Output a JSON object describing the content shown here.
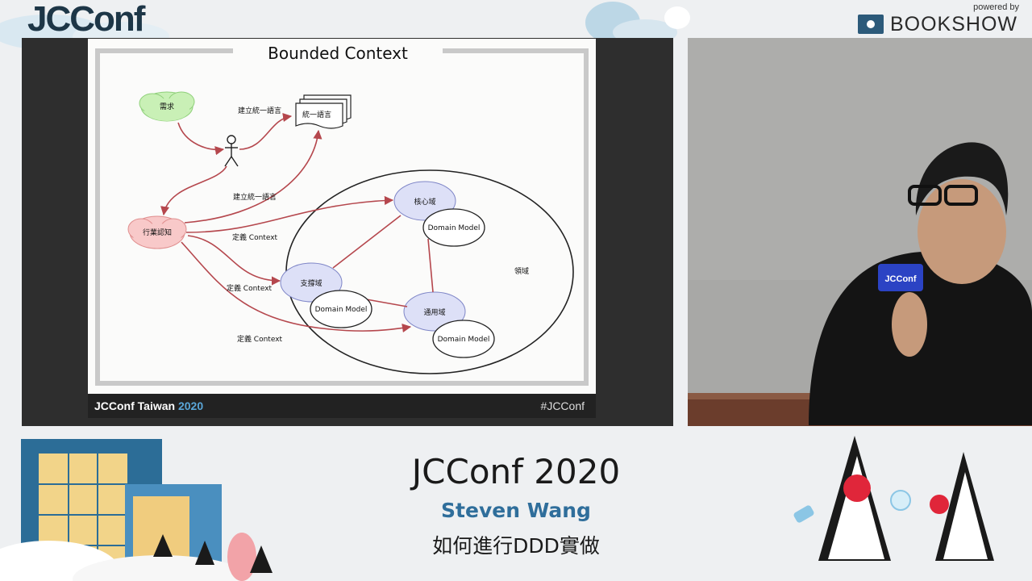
{
  "header": {
    "logo_text": "JCConf",
    "powered_by": "powered by",
    "sponsor": "BOOKSHOW"
  },
  "slide": {
    "title": "Bounded Context",
    "footer_brand_prefix": "JCConf Taiwan ",
    "footer_year": "2020",
    "footer_hashtag": "#JCConf",
    "diagram": {
      "requirement": "需求",
      "ubiquitous_language": "統一語言",
      "edge_build_language_1": "建立統一語言",
      "edge_build_language_2": "建立統一語言",
      "industry_knowledge": "行業認知",
      "core_domain": "核心域",
      "supporting_domain": "支撐域",
      "generic_domain": "通用域",
      "domain_model": "Domain Model",
      "domain_label": "領域",
      "define_context": "定義 Context"
    }
  },
  "lower": {
    "event_title": "JCConf 2020",
    "speaker": "Steven Wang",
    "talk_title": "如何進行DDD實做"
  },
  "colors": {
    "arrow": "#b5474d",
    "brand_blue": "#2f6e9b",
    "cloud_green": "#c9f0b6",
    "cloud_red": "#f8c9c9",
    "domain_fill": "#dde0f7"
  }
}
